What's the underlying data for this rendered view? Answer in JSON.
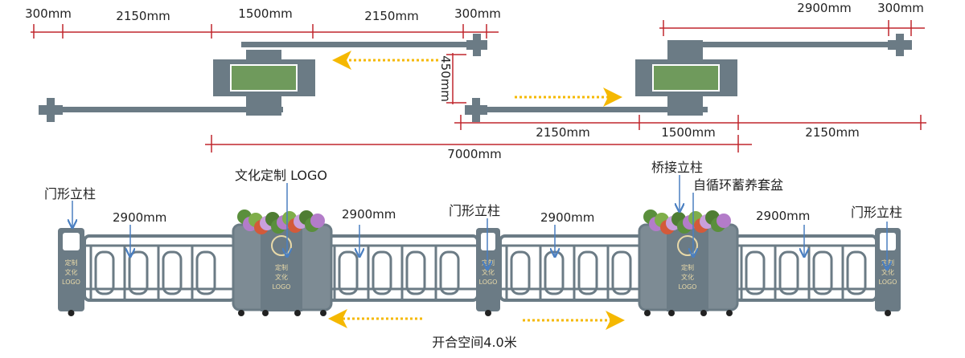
{
  "colors": {
    "dimension": "#c0272d",
    "metal": "#6b7b85",
    "panel": "#6f9a5c",
    "arrow_yellow": "#f5b800",
    "pointer_blue": "#4a7fc1"
  },
  "plan": {
    "top_dims_left": [
      "300mm",
      "2150mm",
      "1500mm",
      "2150mm",
      "300mm"
    ],
    "gap_dim": "450mm",
    "top_dims_right": [
      "2900mm",
      "300mm"
    ],
    "bottom_dims_right": [
      "2150mm",
      "1500mm",
      "2150mm"
    ],
    "total_dim": "7000mm"
  },
  "elevation": {
    "post_label": "门形立柱",
    "logo_label": "文化定制 LOGO",
    "bridge_label": "桥接立柱",
    "planter_label": "自循环蓄养套盆",
    "panel_length": "2900mm",
    "logo_text": [
      "定制",
      "文化",
      "LOGO"
    ],
    "opening": "开合空间4.0米"
  }
}
